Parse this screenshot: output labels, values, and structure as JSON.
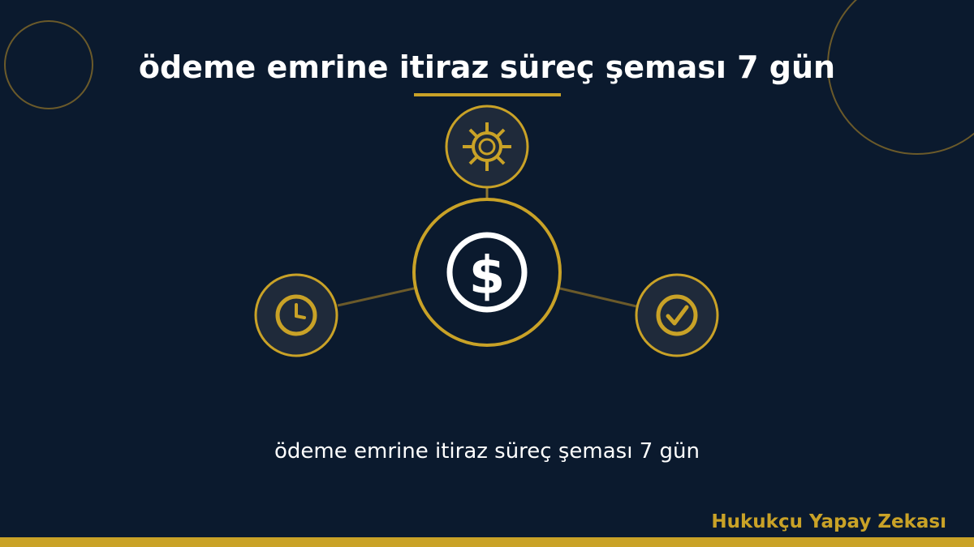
{
  "title": "ödeme emrine itiraz süreç şeması 7 gün",
  "subtitle": "ödeme emrine itiraz süreç şeması 7 gün",
  "brand": "Hukukçu Yapay Zekası",
  "diagram": {
    "center_symbol": "$",
    "center_icon": "dollar-icon",
    "nodes": [
      {
        "position": "top",
        "icon": "gear-icon"
      },
      {
        "position": "left",
        "icon": "clock-icon"
      },
      {
        "position": "right",
        "icon": "check-circle-icon"
      }
    ]
  },
  "colors": {
    "background": "#0b1a2e",
    "accent": "#c9a227",
    "node_fill": "#1f2a3a",
    "text": "#ffffff"
  }
}
